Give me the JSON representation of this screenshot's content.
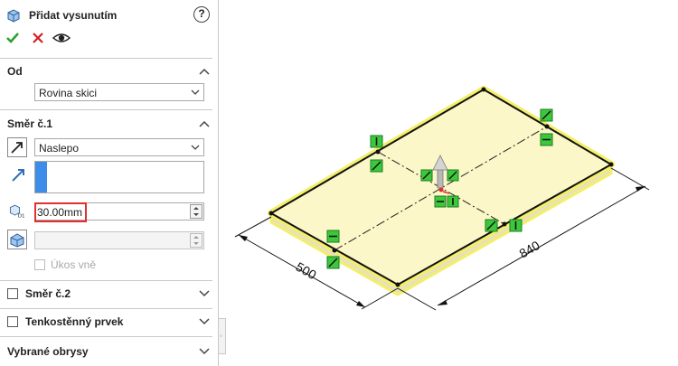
{
  "feature": {
    "title": "Přidat vysunutím",
    "help_icon": "?"
  },
  "actions": {
    "ok_icon": "checkmark-icon",
    "cancel_icon": "close-icon",
    "preview_icon": "eye-icon"
  },
  "from_section": {
    "label": "Od",
    "value": "Rovina skici"
  },
  "direction1": {
    "label": "Směr č.1",
    "end_condition": "Naslepo",
    "depth": "30.00mm",
    "draft_outward_label": "Úkos vně",
    "draft_outward_checked": false
  },
  "direction2": {
    "label": "Směr č.2",
    "checked": false
  },
  "thin_feature": {
    "label": "Tenkostěnný prvek",
    "checked": false
  },
  "selected_contours": {
    "label": "Vybrané obrysy"
  },
  "viewport": {
    "dimension_width": "500",
    "dimension_length": "840"
  },
  "colors": {
    "ok": "#2aa02a",
    "cancel": "#d22020",
    "highlight": "#e03030",
    "selection": "#3d8ce8",
    "face": "#fbf7c8",
    "edge_glow": "#f4ef6a",
    "relation_tag": "#3cc83c"
  }
}
